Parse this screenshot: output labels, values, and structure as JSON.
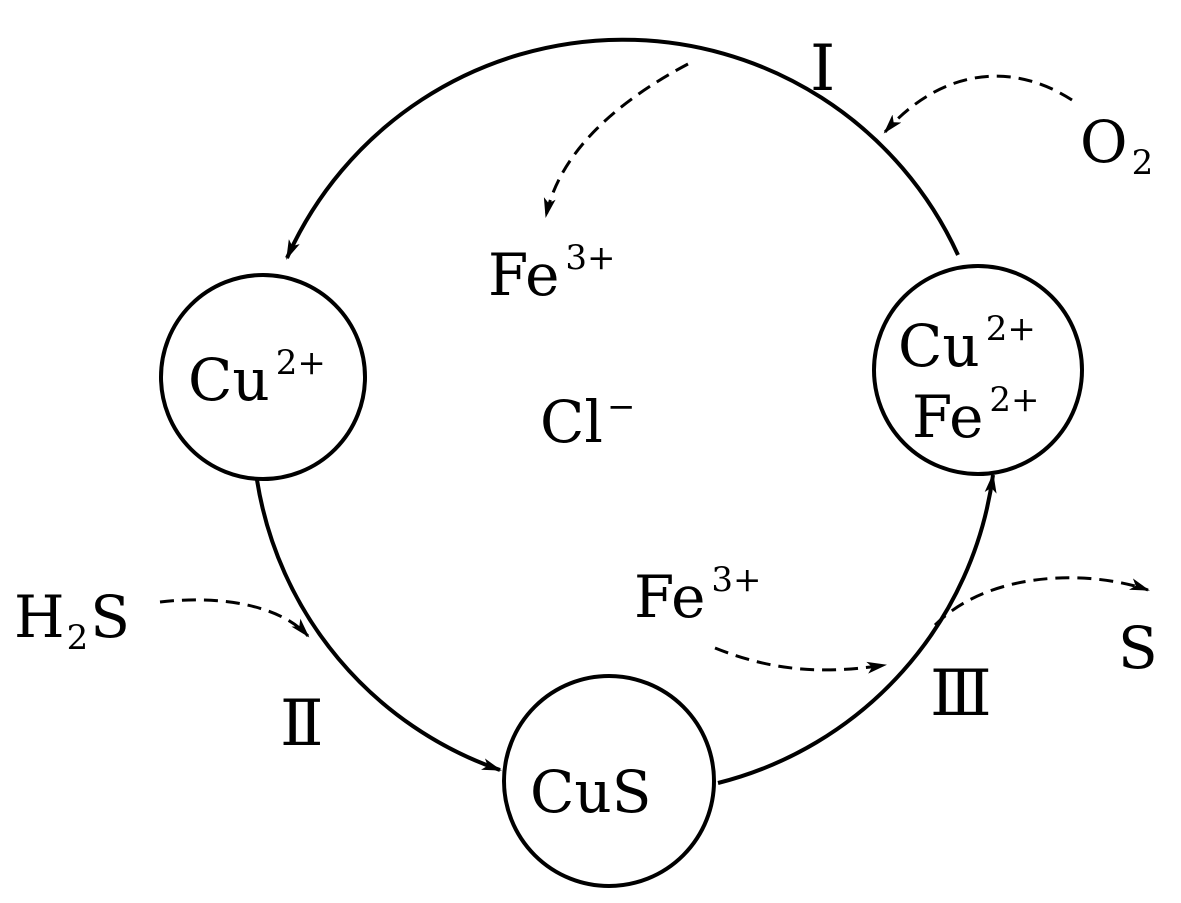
{
  "species": {
    "fe3_top": {
      "base": "Fe",
      "sup": "3+"
    },
    "cl": {
      "base": "Cl",
      "sup": "−"
    },
    "cu2_left": {
      "base": "Cu",
      "sup": "2+"
    },
    "cu2_right": {
      "base": "Cu",
      "sup": "2+"
    },
    "fe2_right": {
      "base": "Fe",
      "sup": "2+"
    },
    "cus": "CuS",
    "o2": {
      "base": "O",
      "sub": "2"
    },
    "h2s": {
      "base1": "H",
      "sub": "2",
      "base2": "S"
    },
    "fe3_bottom": {
      "base": "Fe",
      "sup": "3+"
    },
    "s": "S"
  },
  "steps": {
    "one": "Ⅰ",
    "two": "Ⅱ",
    "three": "Ⅲ"
  },
  "colors": {
    "stroke": "#000000",
    "background": "#ffffff"
  }
}
